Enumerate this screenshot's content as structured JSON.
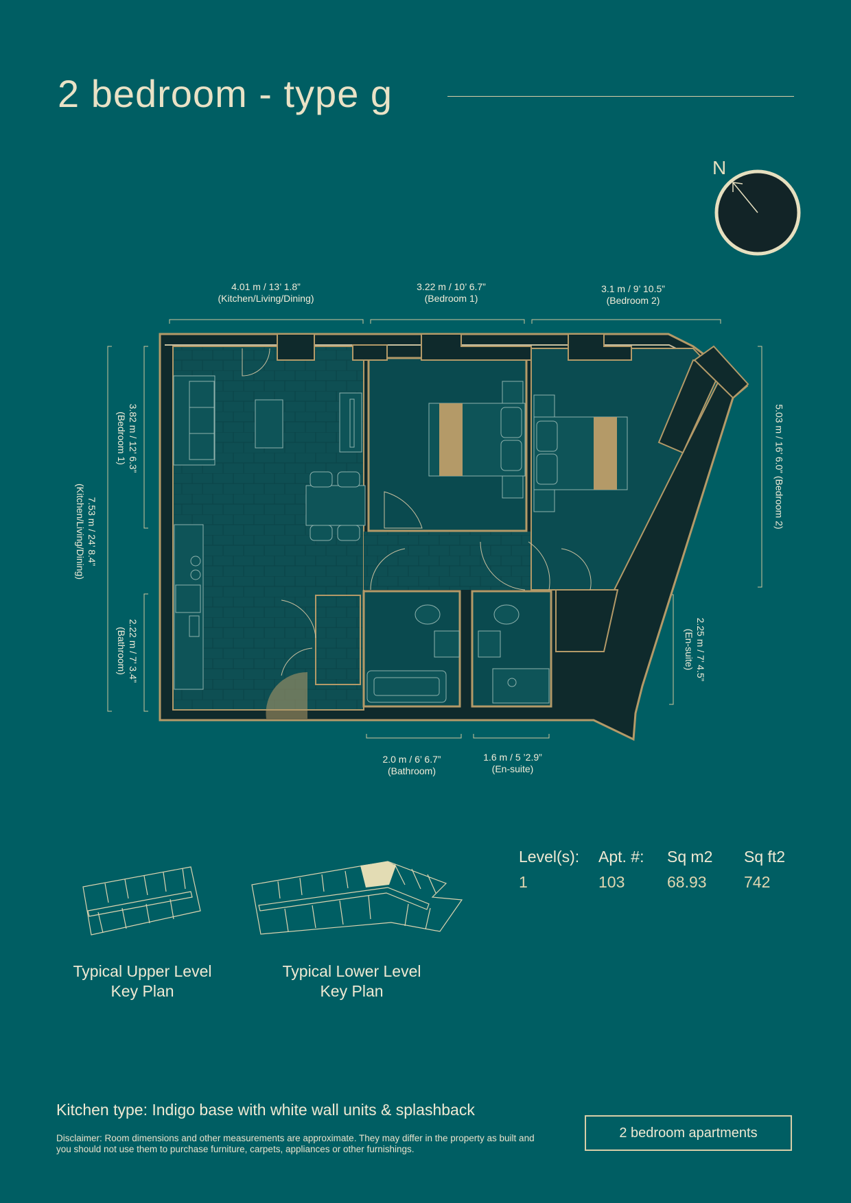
{
  "header": {
    "title": "2 bedroom - type g"
  },
  "compass": {
    "label": "N"
  },
  "dimensions": {
    "top": [
      {
        "value": "4.01 m /  13’ 1.8”",
        "room": "(Kitchen/Living/Dining)"
      },
      {
        "value": "3.22 m / 10’ 6.7”",
        "room": "(Bedroom 1)"
      },
      {
        "value": "3.1 m / 9’ 10.5”",
        "room": "(Bedroom 2)"
      }
    ],
    "left": [
      {
        "value": "7.53 m / 24’ 8.4”",
        "room": "(Kitchen/Living/Dining)"
      },
      {
        "value": "3.82 m / 12’ 6.3”",
        "room": "(Bedroom 1)"
      },
      {
        "value": "2.22 m / 7’ 3.4”",
        "room": "(Bathroom)"
      }
    ],
    "right": [
      {
        "value": "5.03 m / 16’ 6.0” (Bedroom 2)",
        "room": ""
      },
      {
        "value": "2.25 m / 7’ 4.5”",
        "room": "(En-suite)"
      }
    ],
    "bottom": [
      {
        "value": "2.0 m / 6’ 6.7”",
        "room": "(Bathroom)"
      },
      {
        "value": "1.6 m / 5 ’2.9”",
        "room": "(En-suite)"
      }
    ]
  },
  "stats": {
    "headers": [
      "Level(s):",
      "Apt. #:",
      "Sq m2",
      "Sq ft2"
    ],
    "values": [
      "1",
      "103",
      "68.93",
      "742"
    ]
  },
  "keyplans": [
    {
      "line1": "Typical Upper Level",
      "line2": "Key Plan"
    },
    {
      "line1": "Typical Lower Level",
      "line2": "Key Plan"
    }
  ],
  "footer": {
    "kitchen": "Kitchen type: Indigo base with white wall units & splashback",
    "disclaimer": "Disclaimer: Room dimensions and other measurements are approximate. They may differ in the property as built and you should not use them to purchase furniture, carpets, appliances or other furnishings.",
    "badge": "2 bedroom apartments"
  },
  "colors": {
    "background": "#005e63",
    "wall": "#0f2a2c",
    "wall_outline": "#b49a68",
    "text": "#e9e2c6",
    "highlight": "#e3dcb4"
  }
}
